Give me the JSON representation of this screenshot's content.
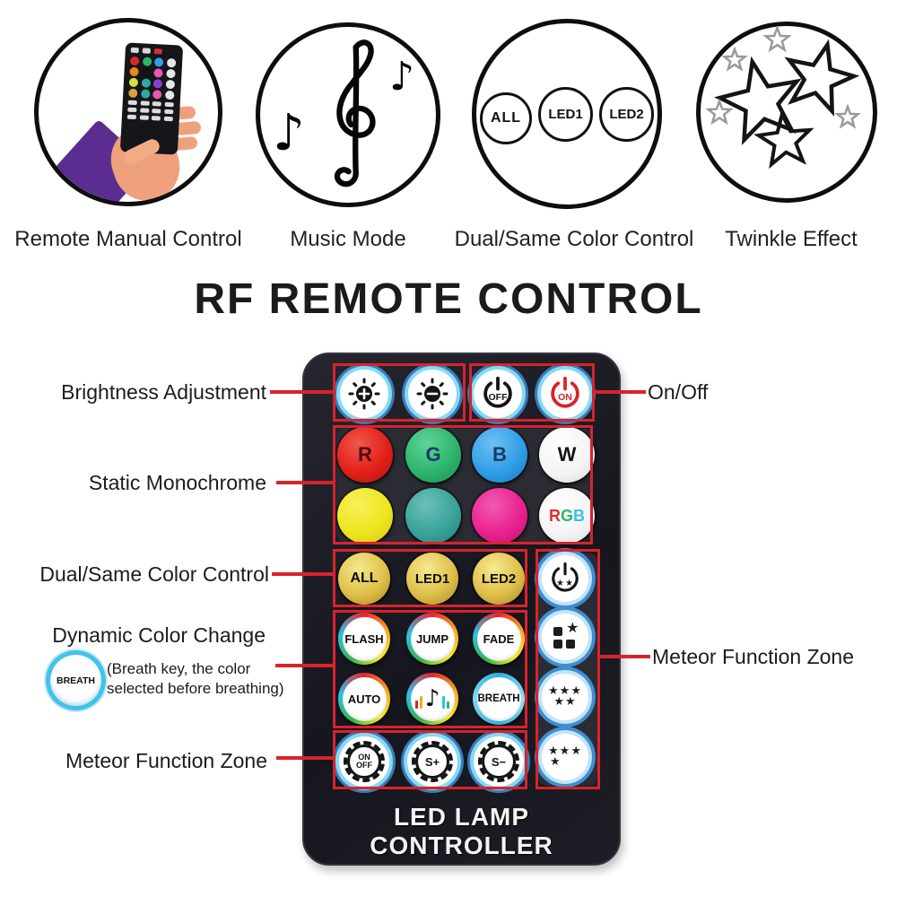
{
  "accent_red": "#d8232b",
  "title": "RF REMOTE CONTROL",
  "features": [
    {
      "icon": "hand-holding-remote-icon",
      "label": "Remote Manual Control"
    },
    {
      "icon": "music-notes-icon",
      "label": "Music Mode",
      "note_glyph": "♪"
    },
    {
      "icon": "led-group-icon",
      "label": "Dual/Same Color Control",
      "circles": [
        "ALL",
        "LED1",
        "LED2"
      ]
    },
    {
      "icon": "stars-icon",
      "label": "Twinkle Effect"
    }
  ],
  "annotations": {
    "brightness": "Brightness Adjustment",
    "on_off": "On/Off",
    "static_monochrome": "Static Monochrome",
    "dual_same": "Dual/Same Color Control",
    "dynamic": "Dynamic Color Change",
    "breath_button": "BREATH",
    "breath_note_line1": "(Breath key, the color",
    "breath_note_line2": "selected before breathing)",
    "meteor_left": "Meteor Function Zone",
    "meteor_right": "Meteor Function Zone"
  },
  "remote": {
    "footer": "LED LAMP CONTROLLER",
    "colors": {
      "body": "#1a1a22",
      "button_red": "#e32119",
      "button_green": "#2db56e",
      "button_blue": "#2f9fe8",
      "button_white": "#ffffff",
      "button_yellow": "#eee61e",
      "button_teal": "#3aa39a",
      "button_magenta": "#ea2290",
      "button_gold": "#dfc04a",
      "rgb_r": "#e8262d",
      "rgb_g": "#2db56e",
      "rgb_b": "#35c3e8"
    },
    "buttons": {
      "power_off": "OFF",
      "power_on": "ON",
      "red": "R",
      "green": "G",
      "blue": "B",
      "white": "W",
      "rgb": {
        "r": "R",
        "g": "G",
        "b": "B"
      },
      "all": "ALL",
      "led1": "LED1",
      "led2": "LED2",
      "flash": "FLASH",
      "jump": "JUMP",
      "fade": "FADE",
      "auto": "AUTO",
      "breath": "BREATH",
      "gear_on": "ON",
      "gear_off": "OFF",
      "s_plus": "S+",
      "s_minus": "S−",
      "meteor_power_stars": "★★",
      "meteor_squares_star": "★",
      "meteor_stars_row1": "★★★",
      "meteor_stars_row2": "★★",
      "meteor_stars2_row1": "★★★",
      "meteor_stars2_row2": "★"
    }
  }
}
